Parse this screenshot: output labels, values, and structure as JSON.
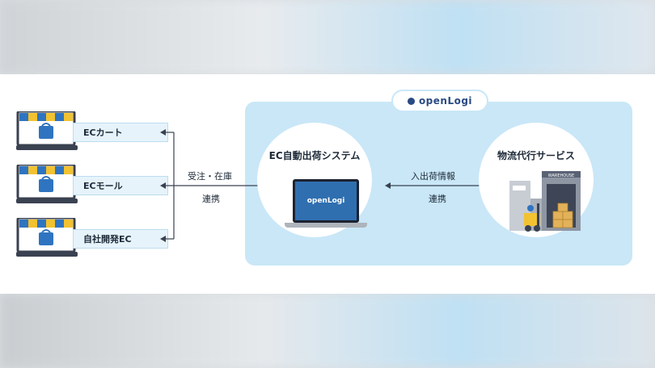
{
  "logo": {
    "text": "openLogi"
  },
  "shops": [
    {
      "label": "ECカート"
    },
    {
      "label": "ECモール"
    },
    {
      "label": "自社開発EC"
    }
  ],
  "left_link": {
    "line1": "受注・在庫",
    "line2": "連携"
  },
  "system": {
    "title": "EC自動出荷システム",
    "screen_logo": "openLogi"
  },
  "right_link": {
    "line1": "入出荷情報",
    "line2": "連携"
  },
  "service": {
    "title": "物流代行サービス",
    "warehouse_sign": "WAREHOUSE"
  },
  "colors": {
    "accent_blue": "#c9e7f7",
    "navy": "#2a4a82",
    "awning_blue": "#2f74c0",
    "awning_yellow": "#f2c230"
  }
}
